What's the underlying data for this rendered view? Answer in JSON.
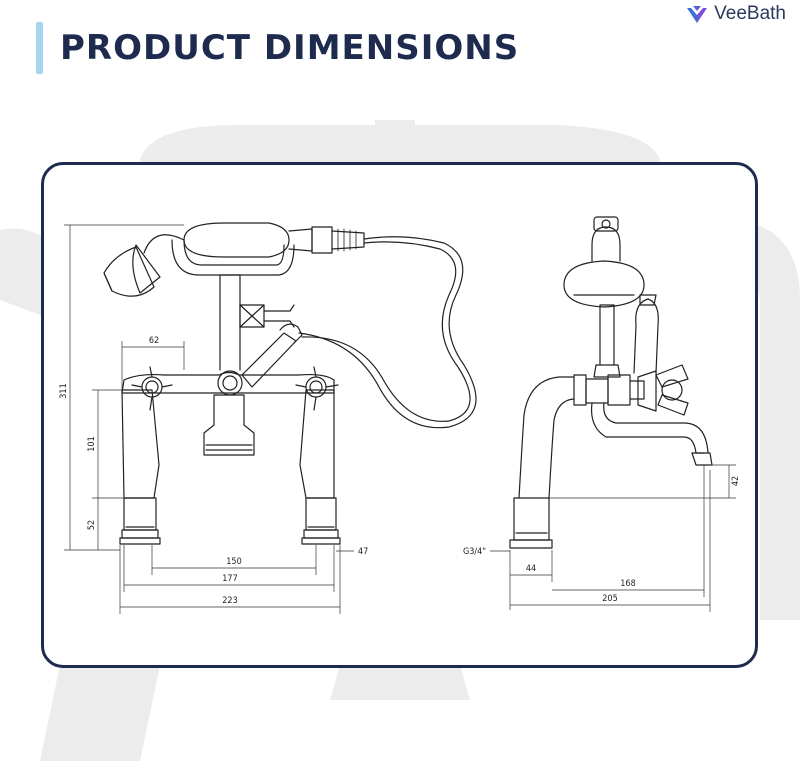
{
  "header": {
    "title": "PRODUCT DIMENSIONS",
    "brand_name": "VeeBath",
    "accent_color": "#a9d4ef",
    "title_color": "#1e2b4f",
    "logo_colors": [
      "#3c6fd8",
      "#7b4fd6"
    ]
  },
  "diagram": {
    "front_view": {
      "height_total": "311",
      "handle_spacing": "62",
      "height_to_handles": "101",
      "base_height": "52",
      "leg_centres": "150",
      "leg_outer": "177",
      "overall_width": "223",
      "base_diameter": "47"
    },
    "side_view": {
      "thread_label": "G3/4\"",
      "base_depth": "44",
      "spout_reach": "168",
      "overall_depth": "205",
      "spout_height": "42"
    }
  }
}
